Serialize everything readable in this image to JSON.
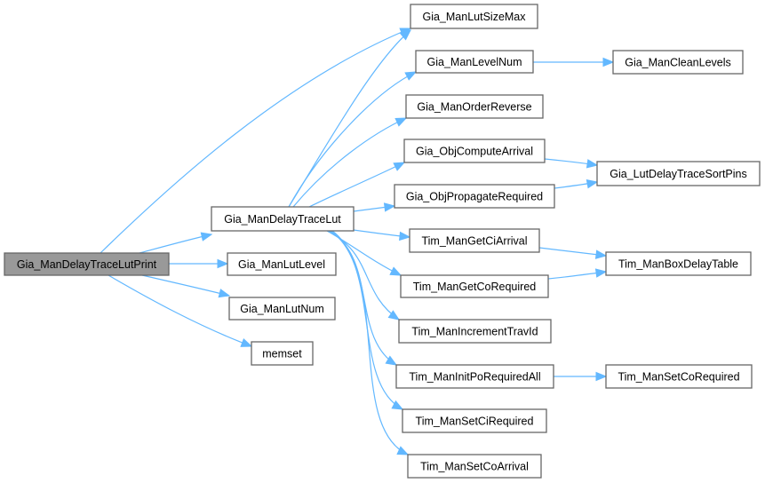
{
  "diagram": {
    "type": "call-graph",
    "colors": {
      "edge": "#63b8ff",
      "node_border": "#666666",
      "root_fill": "#999999",
      "node_fill": "#ffffff"
    },
    "nodes": [
      {
        "id": "root",
        "label": "Gia_ManDelayTraceLutPrint",
        "root": true
      },
      {
        "id": "traceLut",
        "label": "Gia_ManDelayTraceLut"
      },
      {
        "id": "lutLevel",
        "label": "Gia_ManLutLevel"
      },
      {
        "id": "lutNum",
        "label": "Gia_ManLutNum"
      },
      {
        "id": "memset",
        "label": "memset"
      },
      {
        "id": "lutSizeMax",
        "label": "Gia_ManLutSizeMax"
      },
      {
        "id": "levelNum",
        "label": "Gia_ManLevelNum"
      },
      {
        "id": "orderReverse",
        "label": "Gia_ManOrderReverse"
      },
      {
        "id": "computeArrival",
        "label": "Gia_ObjComputeArrival"
      },
      {
        "id": "propagateRequired",
        "label": "Gia_ObjPropagateRequired"
      },
      {
        "id": "cleanLevels",
        "label": "Gia_ManCleanLevels"
      },
      {
        "id": "sortPins",
        "label": "Gia_LutDelayTraceSortPins"
      },
      {
        "id": "getCiArrival",
        "label": "Tim_ManGetCiArrival"
      },
      {
        "id": "getCoRequired",
        "label": "Tim_ManGetCoRequired"
      },
      {
        "id": "boxDelayTable",
        "label": "Tim_ManBoxDelayTable"
      },
      {
        "id": "incTravId",
        "label": "Tim_ManIncrementTravId"
      },
      {
        "id": "initPoReq",
        "label": "Tim_ManInitPoRequiredAll"
      },
      {
        "id": "setCoRequired",
        "label": "Tim_ManSetCoRequired"
      },
      {
        "id": "setCiRequired",
        "label": "Tim_ManSetCiRequired"
      },
      {
        "id": "setCoArrival",
        "label": "Tim_ManSetCoArrival"
      }
    ],
    "edges": [
      {
        "from": "root",
        "to": "lutSizeMax"
      },
      {
        "from": "root",
        "to": "traceLut"
      },
      {
        "from": "root",
        "to": "lutLevel"
      },
      {
        "from": "root",
        "to": "lutNum"
      },
      {
        "from": "root",
        "to": "memset"
      },
      {
        "from": "traceLut",
        "to": "lutSizeMax"
      },
      {
        "from": "traceLut",
        "to": "levelNum"
      },
      {
        "from": "traceLut",
        "to": "orderReverse"
      },
      {
        "from": "traceLut",
        "to": "computeArrival"
      },
      {
        "from": "traceLut",
        "to": "propagateRequired"
      },
      {
        "from": "traceLut",
        "to": "getCiArrival"
      },
      {
        "from": "traceLut",
        "to": "getCoRequired"
      },
      {
        "from": "traceLut",
        "to": "incTravId"
      },
      {
        "from": "traceLut",
        "to": "initPoReq"
      },
      {
        "from": "traceLut",
        "to": "setCiRequired"
      },
      {
        "from": "traceLut",
        "to": "setCoArrival"
      },
      {
        "from": "levelNum",
        "to": "cleanLevels"
      },
      {
        "from": "computeArrival",
        "to": "sortPins"
      },
      {
        "from": "propagateRequired",
        "to": "sortPins"
      },
      {
        "from": "getCiArrival",
        "to": "boxDelayTable"
      },
      {
        "from": "getCoRequired",
        "to": "boxDelayTable"
      },
      {
        "from": "initPoReq",
        "to": "setCoRequired"
      }
    ]
  }
}
